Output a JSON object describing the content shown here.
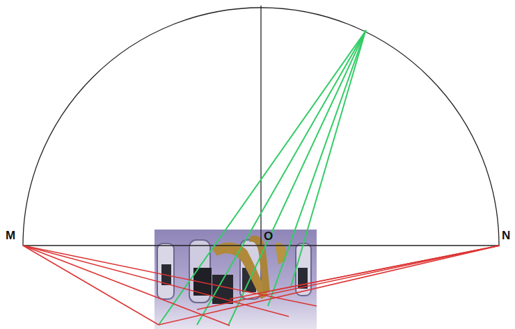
{
  "diagram": {
    "labels": [
      "M",
      "O",
      "N"
    ]
  }
}
